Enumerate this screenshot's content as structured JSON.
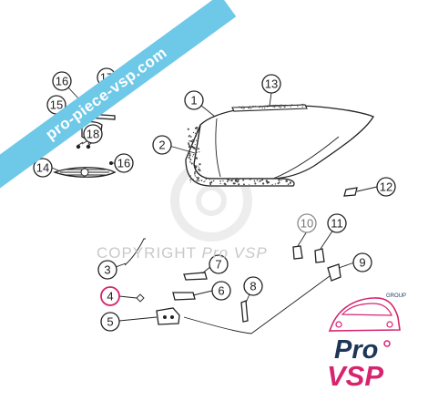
{
  "watermark": {
    "banner_text": "pro-piece-vsp.com",
    "copyright_label": "COPYRIGHT",
    "copyright_brand": "Pro VSP"
  },
  "logo": {
    "tag": "GROUP",
    "line1": "Pro",
    "line2": "VSP"
  },
  "colors": {
    "banner": "#6ec8e8",
    "logo_accent": "#d6246e",
    "logo_text": "#1d3557",
    "highlight": "#d6246e"
  },
  "callouts": [
    "1",
    "2",
    "3",
    "4",
    "5",
    "6",
    "7",
    "8",
    "9",
    "10",
    "11",
    "12",
    "13",
    "14",
    "15",
    "16",
    "16",
    "17",
    "18"
  ],
  "highlighted_callout": "4"
}
